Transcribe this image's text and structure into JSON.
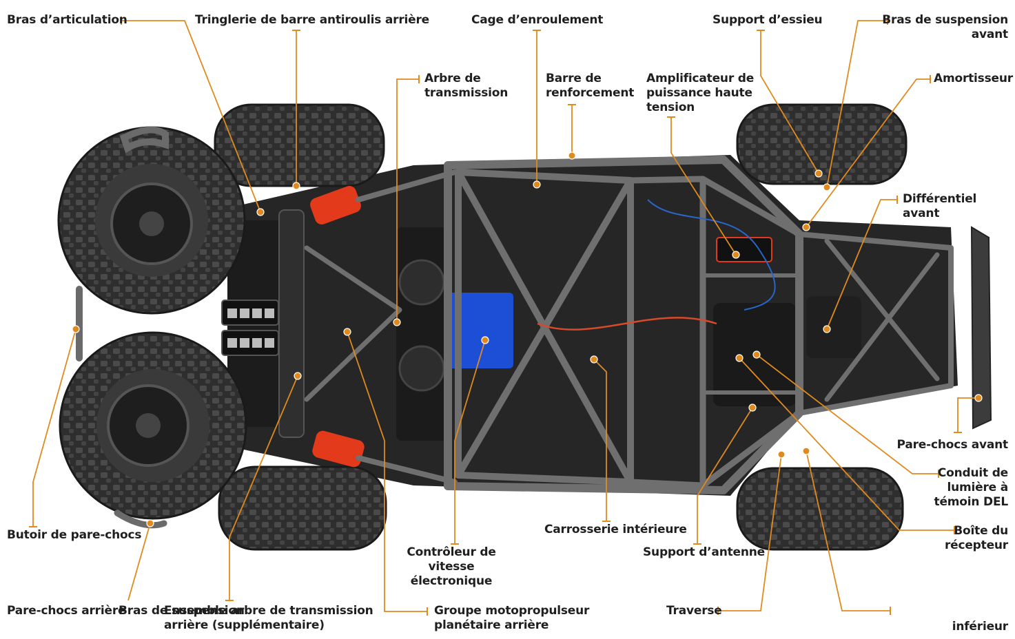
{
  "colors": {
    "leader": "#e08a1e",
    "chassis": "#6f6f6f",
    "tire": "#2b2b2b",
    "electronics_blue": "#1d4fd6",
    "accent_red": "#e23a1a"
  },
  "labels": {
    "bras_articulation": "Bras d’articulation",
    "tringlerie_barre_antiroulis": "Tringlerie de barre antiroulis arrière",
    "cage_enroulement": "Cage d’enroulement",
    "support_essieu": "Support d’essieu",
    "bras_suspension_avant": "Bras de suspension\navant",
    "arbre_transmission": "Arbre de\ntransmission",
    "barre_renforcement": "Barre de\nrenforcement",
    "amplificateur": "Amplificateur de\npuissance haute\ntension",
    "amortisseur": "Amortisseur",
    "differentiel_avant": "Différentiel avant",
    "pare_chocs_avant": "Pare-chocs avant",
    "conduit_lumiere": "Conduit de\nlumière à\ntémoin DEL",
    "boite_recepteur": "Boîte du\nrécepteur",
    "inferieur": "inférieur",
    "butoir_pare_chocs": "Butoir de pare-chocs",
    "pare_chocs_arriere": "Pare-chocs arrière",
    "bras_suspension_arriere": "Bras de suspension",
    "ensemble_arbre": "Ensemble arbre de transmission\narrière (supplémentaire)",
    "controleur_vitesse": "Contrôleur de\nvitesse électronique",
    "groupe_motopropulseur": "Groupe motopropulseur\nplanétaire arrière",
    "carrosserie_interieure": "Carrosserie intérieure",
    "support_antenne": "Support d’antenne",
    "traverse": "Traverse"
  }
}
